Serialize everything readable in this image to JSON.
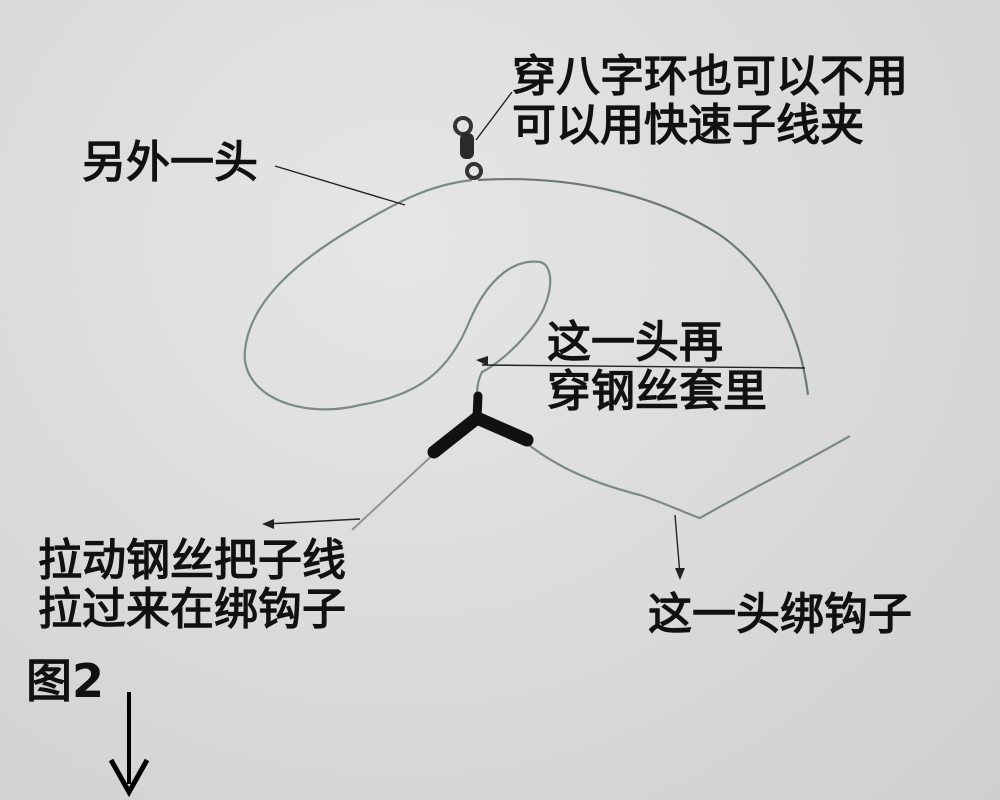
{
  "labels": {
    "swivel_note": [
      "穿八字环也可以不用",
      "可以用快速子线夹"
    ],
    "other_end": "另外一头",
    "this_end_thread": [
      "这一头再",
      "穿钢丝套里"
    ],
    "pull_wire": [
      "拉动钢丝把子线",
      "拉过来在绑钩子"
    ],
    "tie_hook": "这一头绑钩子",
    "figure": "图2"
  },
  "colors": {
    "background": "#dcdcdc",
    "text": "#111111",
    "line": "#6b7a78",
    "pointer": "#222222",
    "tube": "#111111"
  },
  "icons": [
    "swivel-icon",
    "down-arrow-icon"
  ]
}
